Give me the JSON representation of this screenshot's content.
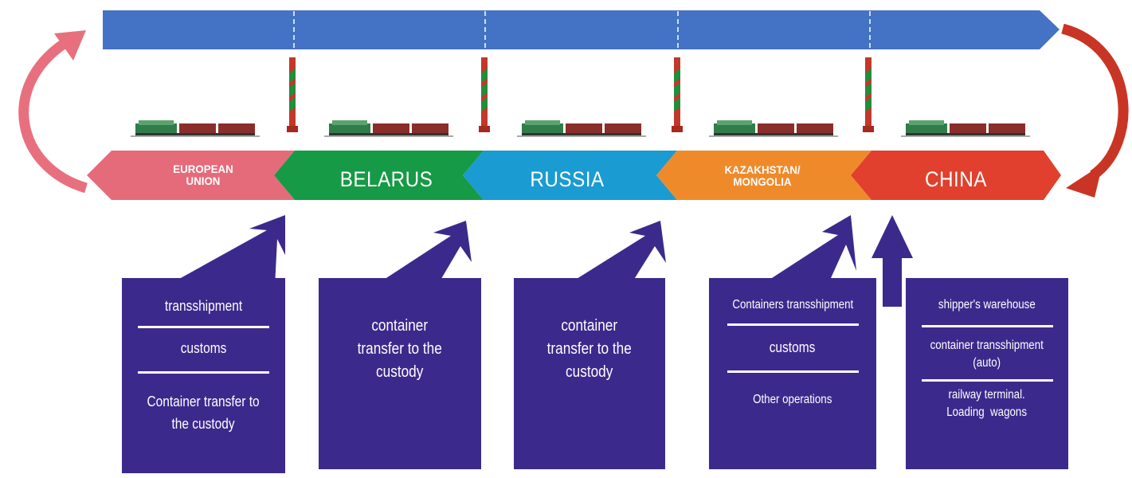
{
  "colors": {
    "top_bar": "#4472c4",
    "european_union": "#e56b7b",
    "belarus": "#169a45",
    "russia": "#1a9bd1",
    "kazakhstan_mongolia": "#ef8a2b",
    "china": "#e0402d",
    "boxes": "#3b2a8c",
    "loop_left": "#e8707e",
    "loop_right": "#c93524"
  },
  "route": [
    {
      "id": "eu",
      "label": "EUROPEAN\nUNION"
    },
    {
      "id": "belarus",
      "label": "BELARUS"
    },
    {
      "id": "russia",
      "label": "RUSSIA"
    },
    {
      "id": "kz",
      "label": "KAZAKHSTAN/\nMONGOLIA"
    },
    {
      "id": "china",
      "label": "CHINA"
    }
  ],
  "operations": [
    {
      "id": "eu",
      "items": [
        "transshipment",
        "customs",
        "Container transfer to\nthe custody"
      ]
    },
    {
      "id": "belarus",
      "items": [
        "container\ntransfer to the\ncustody"
      ]
    },
    {
      "id": "russia",
      "items": [
        "container\ntransfer to the\ncustody"
      ]
    },
    {
      "id": "kz",
      "items": [
        "Containers transshipment",
        "customs",
        "Other operations"
      ]
    },
    {
      "id": "china",
      "items": [
        "shipper's warehouse",
        "container transshipment\n(auto)",
        "railway terminal.\nLoading  wagons"
      ]
    }
  ]
}
